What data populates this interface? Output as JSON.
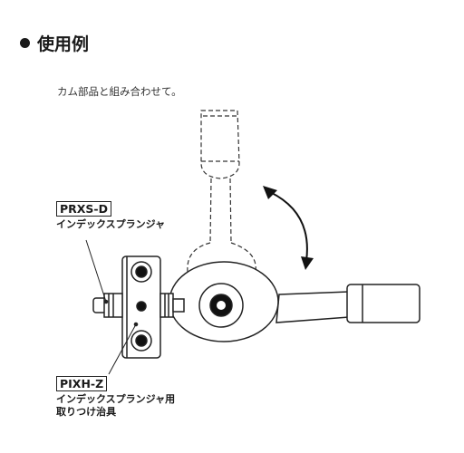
{
  "heading": {
    "title": "使用例"
  },
  "subtitle": "カム部品と組み合わせて。",
  "labels": {
    "prxs": {
      "code": "PRXS-D",
      "name": "インデックスプランジャ"
    },
    "pixh": {
      "code": "PIXH-Z",
      "name": "インデックスプランジャ用\n取りつけ治具"
    }
  }
}
